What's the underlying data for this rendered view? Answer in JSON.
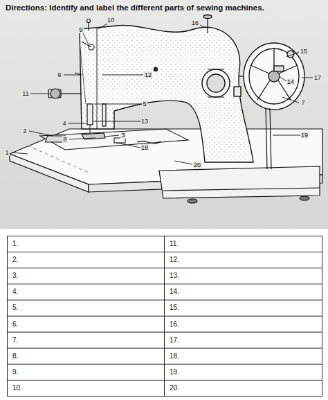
{
  "diagram": {
    "title": "Directions: Identify and label the different parts of sewing machines.",
    "labels": [
      "1",
      "2",
      "3",
      "4",
      "5",
      "6",
      "7",
      "8",
      "9",
      "10",
      "11",
      "12",
      "13",
      "14",
      "15",
      "16",
      "17",
      "18",
      "19",
      "20",
      "1.",
      "11.",
      "2.",
      "12.",
      "3.",
      "13.",
      "4.",
      "14.",
      "5.",
      "15.",
      "6.",
      "16.",
      "7.",
      "17.",
      "8.",
      "18.",
      "9.",
      "19.",
      "10.",
      "20."
    ]
  }
}
